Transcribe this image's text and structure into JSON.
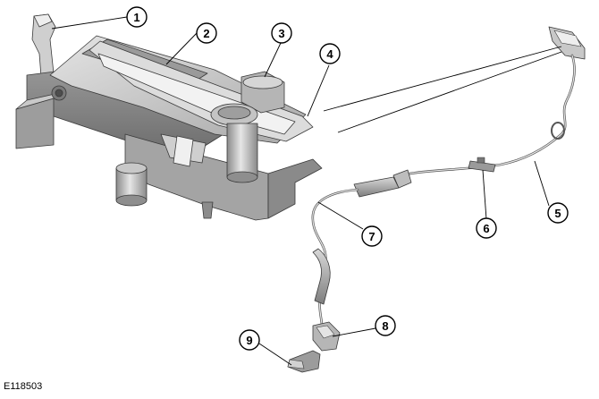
{
  "figure": {
    "code": "E118503",
    "colors": {
      "body_dark": "#8c8c8c",
      "body_mid": "#b0b0b0",
      "body_light": "#d8d8d8",
      "body_highlight": "#eeeeee",
      "outline": "#3a3a3a"
    }
  },
  "callouts": [
    {
      "id": 1,
      "label": "1"
    },
    {
      "id": 2,
      "label": "2"
    },
    {
      "id": 3,
      "label": "3"
    },
    {
      "id": 4,
      "label": "4"
    },
    {
      "id": 5,
      "label": "5"
    },
    {
      "id": 6,
      "label": "6"
    },
    {
      "id": 7,
      "label": "7"
    },
    {
      "id": 8,
      "label": "8"
    },
    {
      "id": 9,
      "label": "9"
    }
  ]
}
